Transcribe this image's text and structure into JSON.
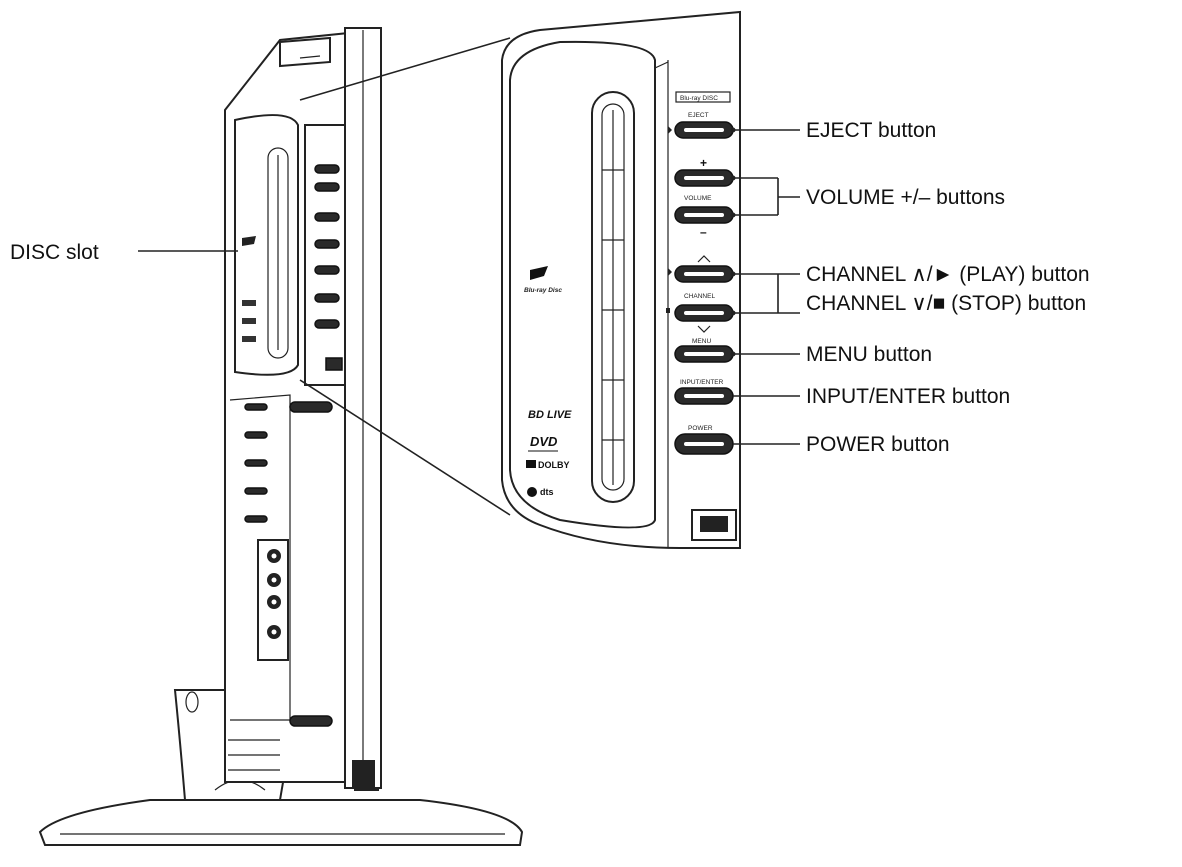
{
  "labels": {
    "disc_slot": "DISC slot",
    "eject": "EJECT button",
    "volume": "VOLUME +/– buttons",
    "channel_play": "CHANNEL ∧/►  (PLAY) button",
    "channel_stop": "CHANNEL ∨/■  (STOP) button",
    "menu": "MENU button",
    "input_enter": "INPUT/ENTER button",
    "power": "POWER button"
  },
  "panel_text": {
    "brand_tag": "Blu-ray DISC",
    "eject": "EJECT",
    "plus": "+",
    "volume": "VOLUME",
    "minus": "–",
    "channel": "CHANNEL",
    "menu": "MENU",
    "input_enter": "INPUT/ENTER",
    "power": "POWER"
  },
  "logos": {
    "bluray": "Blu-ray Disc",
    "bdlive": "BD LIVE",
    "dvd": "DVD",
    "dolby": "DOLBY",
    "dts": "dts"
  }
}
